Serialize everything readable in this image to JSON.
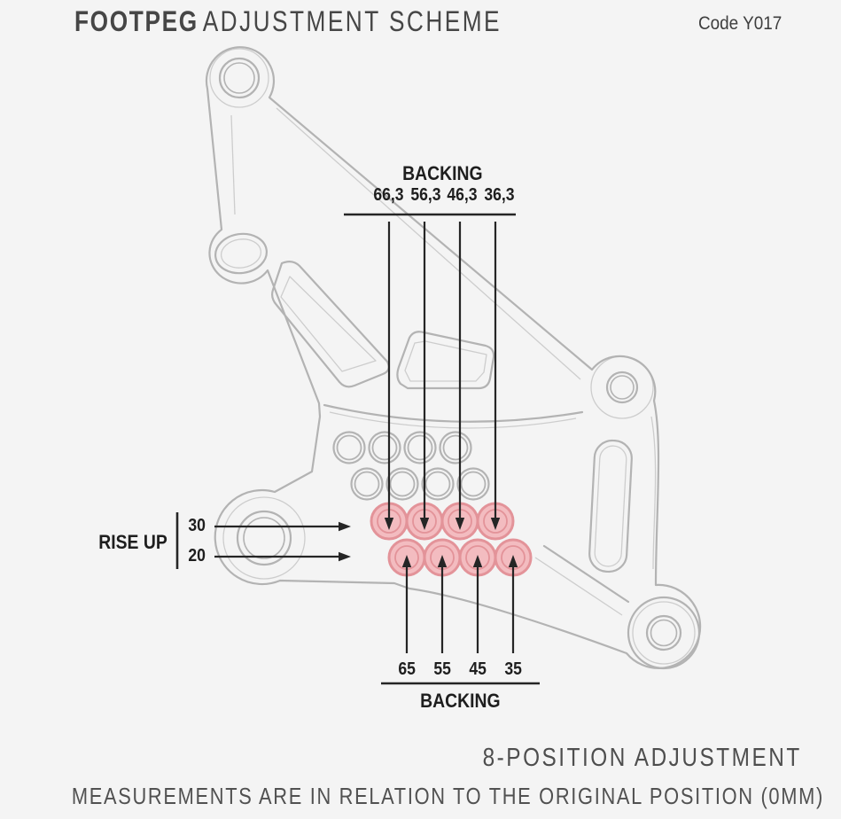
{
  "header": {
    "title_bold": "FOOTPEG",
    "title_rest": "ADJUSTMENT SCHEME",
    "code": "Code Y017"
  },
  "annotations": {
    "backing_top": {
      "label": "BACKING",
      "values": [
        "66,3",
        "56,3",
        "46,3",
        "36,3"
      ]
    },
    "rise_up": {
      "label": "RISE UP",
      "values": [
        "30",
        "20"
      ]
    },
    "backing_bottom": {
      "label": "BACKING",
      "values": [
        "65",
        "55",
        "45",
        "35"
      ]
    }
  },
  "footer": {
    "adjustment": "8-POSITION ADJUSTMENT",
    "note": "MEASUREMENTS ARE IN RELATION TO THE ORIGINAL POSITION (0MM)"
  },
  "colors": {
    "background": "#f4f4f4",
    "drawing_line": "#b3b3b3",
    "drawing_line_faint": "#cdcdcd",
    "annotation": "#252525",
    "highlight_fill": "#f3bcc0",
    "highlight_stroke": "#e39399"
  }
}
